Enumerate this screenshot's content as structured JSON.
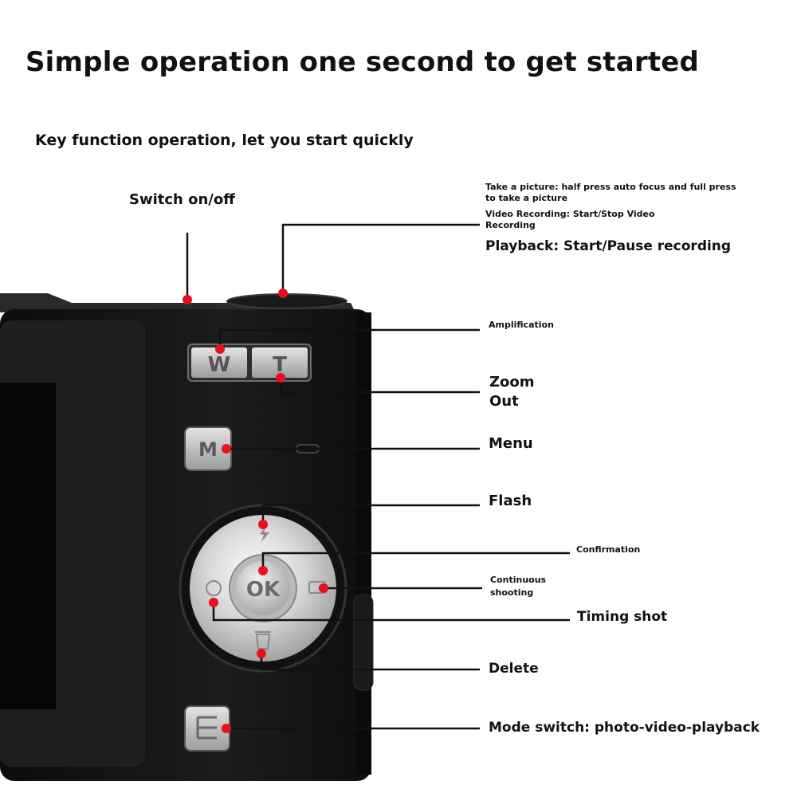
{
  "header": {
    "title": "Simple operation one second to get started",
    "subtitle": "Key function operation, let you start quickly"
  },
  "camera": {
    "zoom_buttons": {
      "wide": "W",
      "tele": "T"
    },
    "menu_button": "M",
    "ok_button": "OK"
  },
  "labels": {
    "power": "Switch on/off",
    "shutter_photo": "Take a picture: half press auto focus and full press to take a picture",
    "shutter_video": "Video Recording: Start/Stop Video Recording",
    "shutter_playback": "Playback: Start/Pause recording",
    "amplification": "Amplification",
    "zoom_out_line1": "Zoom",
    "zoom_out_line2": "Out",
    "menu": "Menu",
    "flash": "Flash",
    "confirmation": "Confirmation",
    "continuous_line1": "Continuous",
    "continuous_line2": "shooting",
    "timing_shot": "Timing shot",
    "delete": "Delete",
    "mode_switch": "Mode switch: photo-video-playback"
  },
  "colors": {
    "marker": "#e8101a",
    "camera_body": "#161616",
    "background": "#ffffff"
  }
}
